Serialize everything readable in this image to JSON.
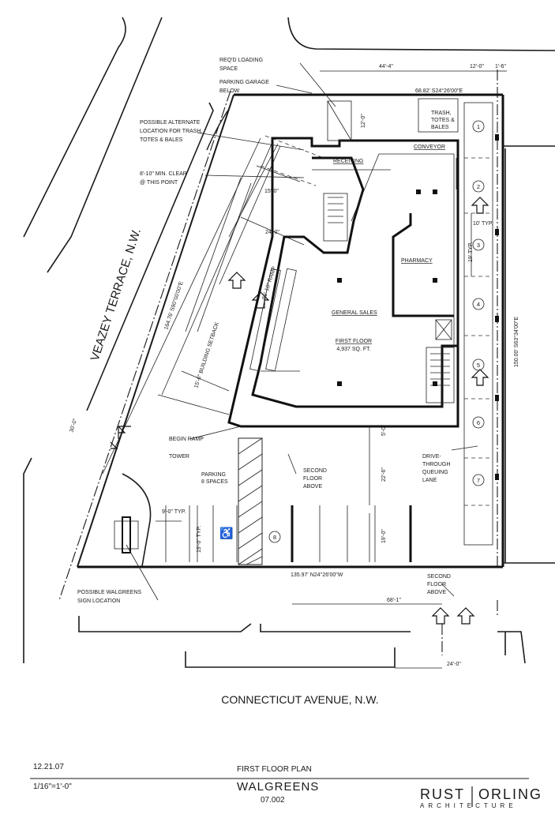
{
  "streets": {
    "veazey": "VEAZEY TERRACE, N.W.",
    "connecticut": "CONNECTICUT AVENUE, N.W."
  },
  "labels": {
    "loading": [
      "REQ'D LOADING",
      "SPACE"
    ],
    "garage": [
      "PARKING GARAGE",
      "BELOW"
    ],
    "alt_location": [
      "POSSIBLE ALTERNATE",
      "LOCATION FOR TRASH,",
      "TOTES & BALES"
    ],
    "clearance": [
      "8'-10\" MIN. CLEAR",
      "@ THIS POINT"
    ],
    "trash": [
      "TRASH,",
      "TOTES &",
      "BALES"
    ],
    "conveyor": "CONVEYOR",
    "receiving": "RECEIVING",
    "pharmacy": "PHARMACY",
    "general_sales": "GENERAL SALES",
    "first_floor": [
      "FIRST FLOOR",
      "4,937 SQ. FT."
    ],
    "setback": "15'-0\" BUILDING SETBACK",
    "ramp": "86'-10\" RAMP",
    "begin_ramp": "BEGIN RAMP",
    "tower": "TOWER",
    "parking": [
      "PARKING",
      "8 SPACES"
    ],
    "second_floor_a": [
      "SECOND",
      "FLOOR",
      "ABOVE"
    ],
    "second_floor_b": [
      "SECOND",
      "FLOOR",
      "ABOVE"
    ],
    "drive_through": [
      "DRIVE-",
      "THROUGH",
      "QUEUING",
      "LANE"
    ],
    "sign": [
      "POSSIBLE WALGREENS",
      "SIGN LOCATION"
    ]
  },
  "dimensions": {
    "d44": "44'-4\"",
    "d12": "12'-0\"",
    "d1_6": "1'-6\"",
    "bearing_top": "68.82' S24°26'00\"E",
    "d12v": "12'-0\"",
    "d15": "15'-0\"",
    "d24": "24'-0\"",
    "bearing_left": "164.76' S90°00'00\"E",
    "bearing_right": "150.00' S63°34'00\"E",
    "d10typ": "10' TYP.",
    "d19typ": "19' TYP.",
    "d30": "30'-0\"",
    "d9typ": "9'-0\" TYP.",
    "d19typ_b": "19'-0\" TYP.",
    "d5": "5'-0\"",
    "d22_6": "22'-6\"",
    "d19_0": "19'-0\"",
    "bearing_bottom": "135.97' N24°26'00\"W",
    "d68_1": "68'-1\"",
    "d24_0": "24'-0\""
  },
  "queue_numbers": [
    "1",
    "2",
    "3",
    "4",
    "5",
    "6",
    "7"
  ],
  "parking_number": "8",
  "title_block": {
    "date": "12.21.07",
    "scale": "1/16\"=1'-0\"",
    "sheet_title": "FIRST FLOOR PLAN",
    "project": "WALGREENS",
    "project_no": "07.002",
    "firm_left": "RUST",
    "firm_right": "ORLING",
    "firm_sub": "ARCHITECTURE"
  }
}
